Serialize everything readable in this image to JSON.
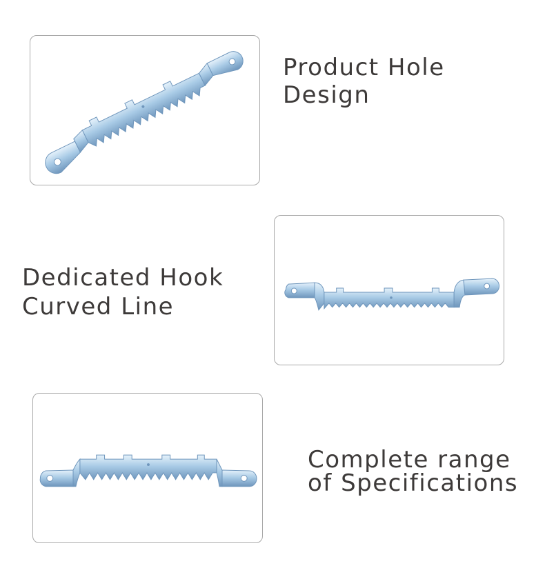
{
  "sections": [
    {
      "image": "sawtooth-hanger-angled",
      "caption_lines": [
        "Product Hole",
        "Design"
      ]
    },
    {
      "image": "sawtooth-hanger-curved",
      "caption_lines": [
        "Dedicated Hook",
        "Curved Line"
      ]
    },
    {
      "image": "sawtooth-hanger-flat",
      "caption_lines": [
        "Complete range",
        "of Specifications"
      ]
    }
  ],
  "colors": {
    "text": "#3d3a39",
    "border": "#a9a9a9",
    "metal": "#a9cbe6",
    "metal_shade": "#6f96bc",
    "metal_highlight": "#e6f2fb"
  }
}
